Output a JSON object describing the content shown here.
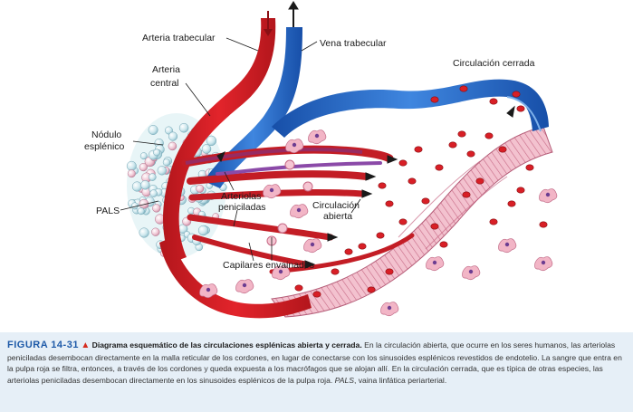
{
  "labels": {
    "arteria_trabecular": "Arteria trabecular",
    "vena_trabecular": "Vena trabecular",
    "arteria_central_1": "Arteria",
    "arteria_central_2": "central",
    "circulacion_cerrada": "Circulación cerrada",
    "nodulo_1": "Nódulo",
    "nodulo_2": "esplénico",
    "pals": "PALS",
    "arteriolas_1": "Arteriolas",
    "arteriolas_2": "peniciladas",
    "circulacion_abierta_1": "Circulación",
    "circulacion_abierta_2": "abierta",
    "capilares": "Capilares envainados"
  },
  "caption": {
    "figure_number": "FIGURA 14-31",
    "marker": "▲",
    "title": "Diagrama esquemático de las circulaciones esplénicas abierta y cerrada.",
    "body_1": " En la circulación abierta, que ocurre en los seres humanos, las arteriolas peniciladas desembocan directamente en la malla reticular de los cordones, en lugar de conectarse con los sinusoides esplénicos revestidos de endotelio. La sangre que entra en la pulpa roja se filtra, entonces, a través de los cordones y queda expuesta a los macrófagos que se alojan allí. En la circulación cerrada, que es típica de otras especies, las arteriolas peniciladas desembocan directamente en los sinusoides esplénicos de la pulpa roja. ",
    "abbr": "PALS",
    "body_2": ", vaina linfática periarterial."
  },
  "colors": {
    "artery": "#d81f26",
    "artery_dark": "#a3161c",
    "vein": "#2262c4",
    "vein_light": "#5f9ae0",
    "lymph": "#b9dde6",
    "sinusoid": "#e9a6b8",
    "arrow": "#1a1a1a",
    "caption_bg": "#e6eff7",
    "figure_label": "#1e5aa8",
    "marker": "#d52b1e"
  }
}
